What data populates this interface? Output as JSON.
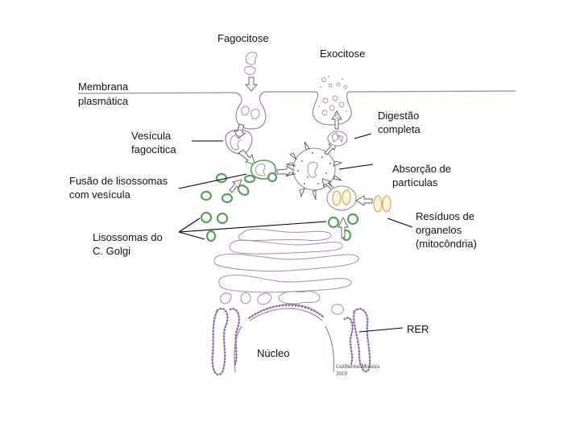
{
  "labels": {
    "fagocitose": "Fagocitose",
    "exocitose": "Exocitose",
    "membrana": [
      "Membrana",
      "plasmática"
    ],
    "vesicula": [
      "Vesícula",
      "fagocítica"
    ],
    "fusao": [
      "Fusão de lisossomas",
      "com vesícula"
    ],
    "lisossomas": [
      "Lisossomas do",
      "C. Golgi"
    ],
    "digestao": [
      "Digestão",
      "completa"
    ],
    "absorcao": [
      "Absorção de",
      "partículas"
    ],
    "residuos": [
      "Resíduos de",
      "organelos",
      "(mitocôndria)"
    ],
    "rer": "RER",
    "nucleo": "Núcleo"
  },
  "signature": [
    "Guilherme Moreira",
    "2010"
  ],
  "colors": {
    "membrane": "#9c80a6",
    "lysosome": "#5f9a5f",
    "mitochondria": "#d4aa55"
  }
}
